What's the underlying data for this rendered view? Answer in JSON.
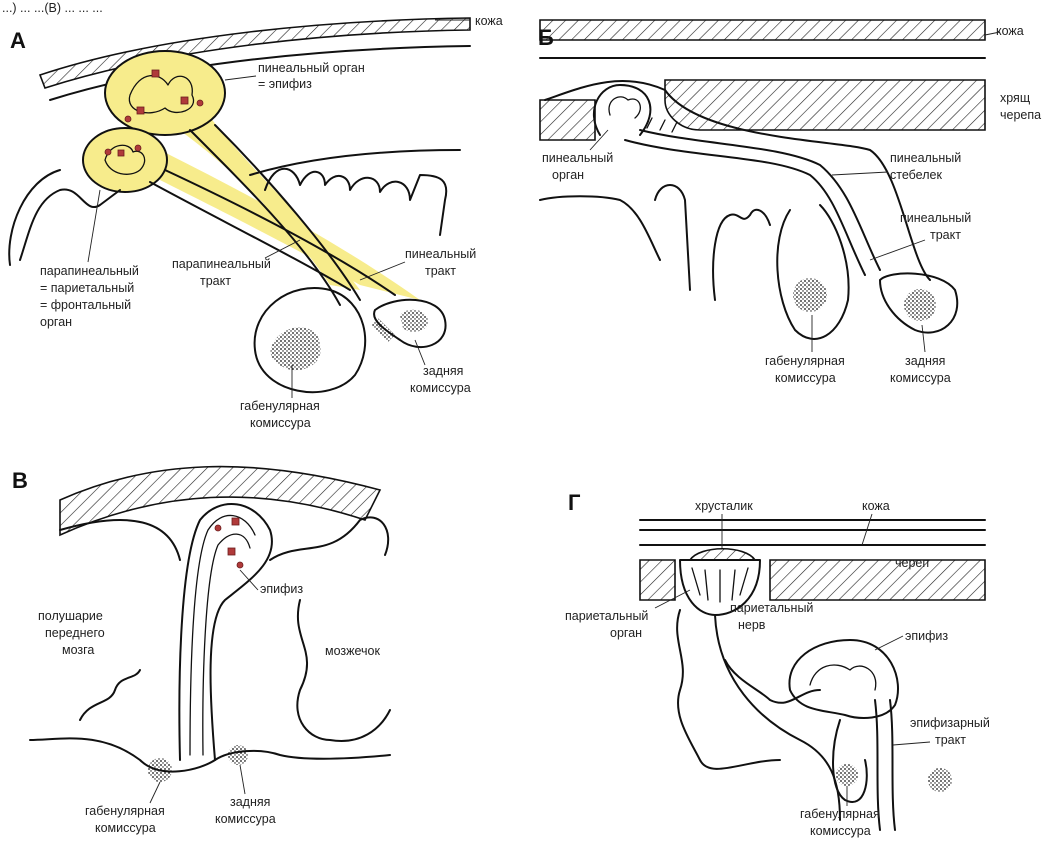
{
  "top_text": "...) ... ...(В) ... ... ...",
  "panel_a": {
    "letter": "А",
    "skin": "кожа",
    "pineal_organ_1": "пинеальный орган",
    "pineal_organ_2": "= эпифиз",
    "parapineal_1": "парапинеальный",
    "parapineal_2": "= париетальный",
    "parapineal_3": "= фронтальный",
    "parapineal_4": "орган",
    "parapineal_tract_1": "парапинеальный",
    "parapineal_tract_2": "тракт",
    "pineal_tract_1": "пинеальный",
    "pineal_tract_2": "тракт",
    "posterior_commissure_1": "задняя",
    "posterior_commissure_2": "комиссура",
    "habenular_commissure_1": "габенулярная",
    "habenular_commissure_2": "комиссура"
  },
  "panel_b": {
    "letter": "Б",
    "skin": "кожа",
    "skull_1": "хрящ",
    "skull_2": "черепа",
    "pineal_organ_1": "пинеальный",
    "pineal_organ_2": "орган",
    "pineal_stalk_1": "пинеальный",
    "pineal_stalk_2": "стебелек",
    "pineal_tract_1": "пинеальный",
    "pineal_tract_2": "тракт",
    "habenular_commissure_1": "габенулярная",
    "habenular_commissure_2": "комиссура",
    "posterior_commissure_1": "задняя",
    "posterior_commissure_2": "комиссура"
  },
  "panel_v": {
    "letter": "В",
    "epiphysis": "эпифиз",
    "hemisphere_1": "полушарие",
    "hemisphere_2": "переднего",
    "hemisphere_3": "мозга",
    "cerebellum": "мозжечок",
    "habenular_commissure_1": "габенулярная",
    "habenular_commissure_2": "комиссура",
    "posterior_commissure_1": "задняя",
    "posterior_commissure_2": "комиссура"
  },
  "panel_g": {
    "letter": "Г",
    "lens": "хрусталик",
    "skin": "кожа",
    "skull": "череп",
    "parietal_organ_1": "париетальный",
    "parietal_organ_2": "орган",
    "parietal_nerve_1": "париетальный",
    "parietal_nerve_2": "нерв",
    "epiphysis": "эпифиз",
    "epiphyseal_tract_1": "эпифизарный",
    "epiphyseal_tract_2": "тракт",
    "habenular_commissure_1": "габенулярная",
    "habenular_commissure_2": "комиссура"
  }
}
